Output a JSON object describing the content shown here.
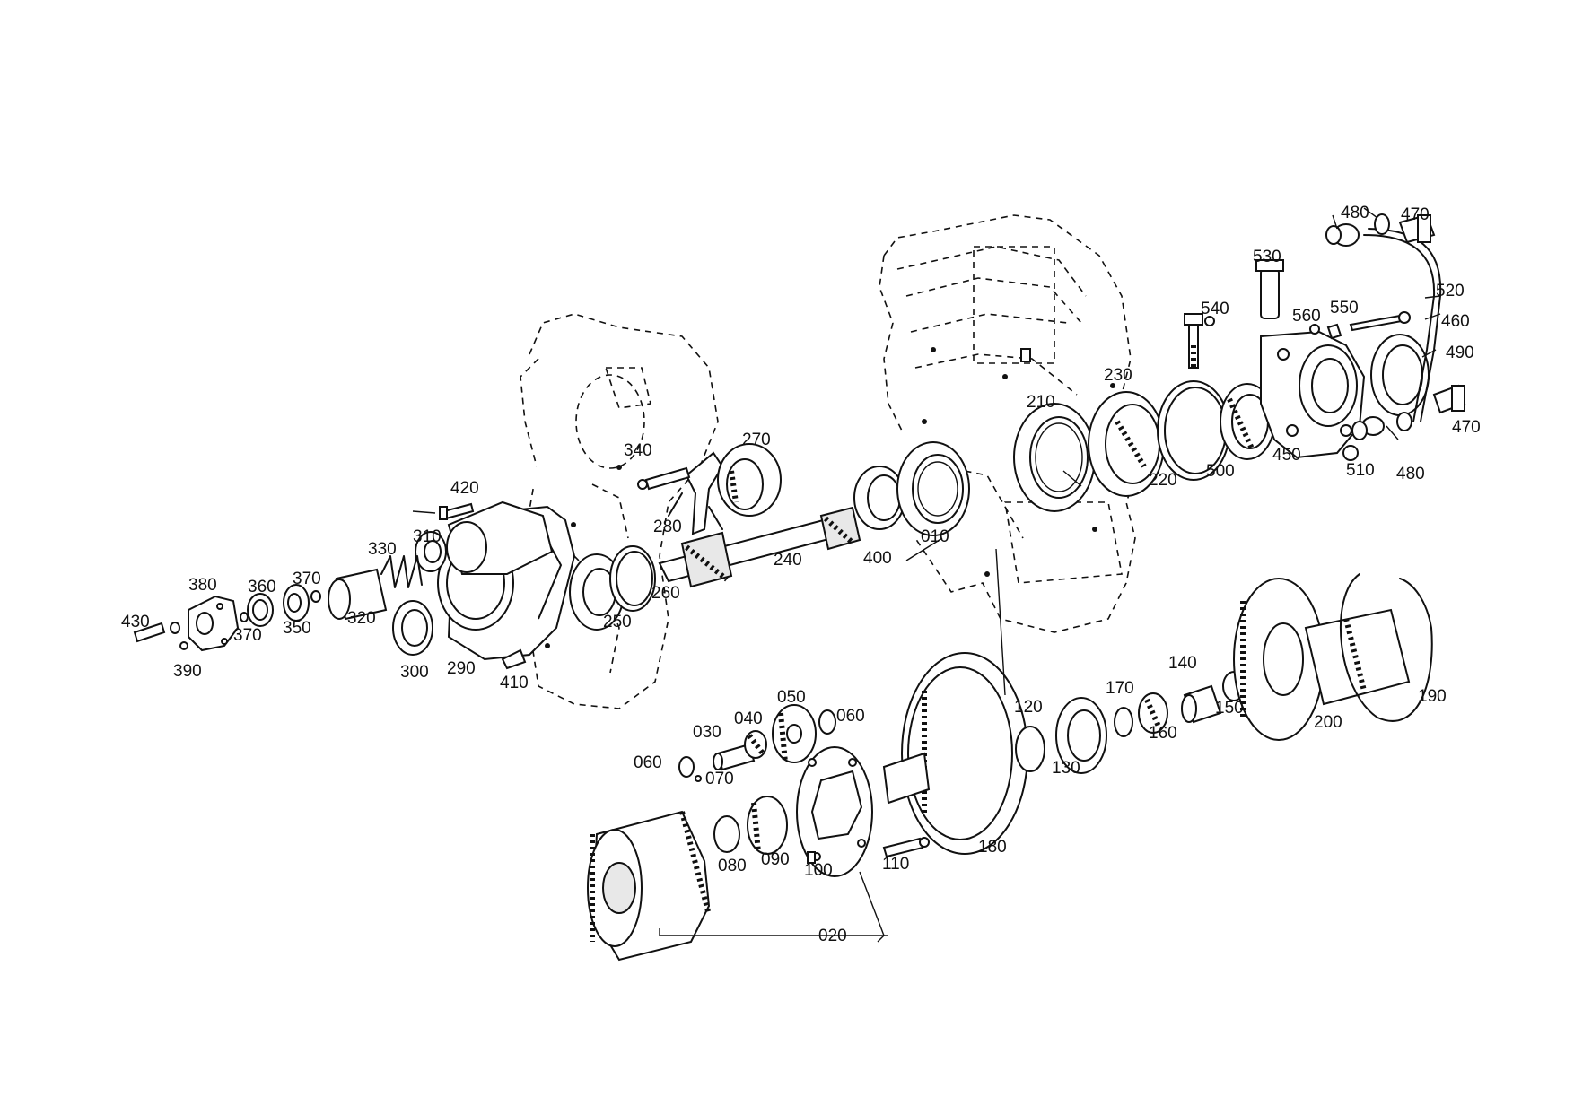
{
  "labels": {
    "p010": "010",
    "p020": "020",
    "p030": "030",
    "p040": "040",
    "p050": "050",
    "p060a": "060",
    "p060b": "060",
    "p070": "070",
    "p080": "080",
    "p090": "090",
    "p100": "100",
    "p110": "110",
    "p120": "120",
    "p130": "130",
    "p140": "140",
    "p150": "150",
    "p160": "160",
    "p170": "170",
    "p180": "180",
    "p190": "190",
    "p200": "200",
    "p210": "210",
    "p220": "220",
    "p230": "230",
    "p240": "240",
    "p250": "250",
    "p260": "260",
    "p270": "270",
    "p280": "280",
    "p290": "290",
    "p300": "300",
    "p310": "310",
    "p320": "320",
    "p330": "330",
    "p340": "340",
    "p350": "350",
    "p360": "360",
    "p370a": "370",
    "p370b": "370",
    "p380": "380",
    "p390": "390",
    "p400": "400",
    "p410": "410",
    "p420": "420",
    "p430": "430",
    "p450": "450",
    "p460": "460",
    "p470a": "470",
    "p470b": "470",
    "p480a": "480",
    "p480b": "480",
    "p490": "490",
    "p500": "500",
    "p510": "510",
    "p520": "520",
    "p530": "530",
    "p540": "540",
    "p550": "550",
    "p560": "560"
  }
}
